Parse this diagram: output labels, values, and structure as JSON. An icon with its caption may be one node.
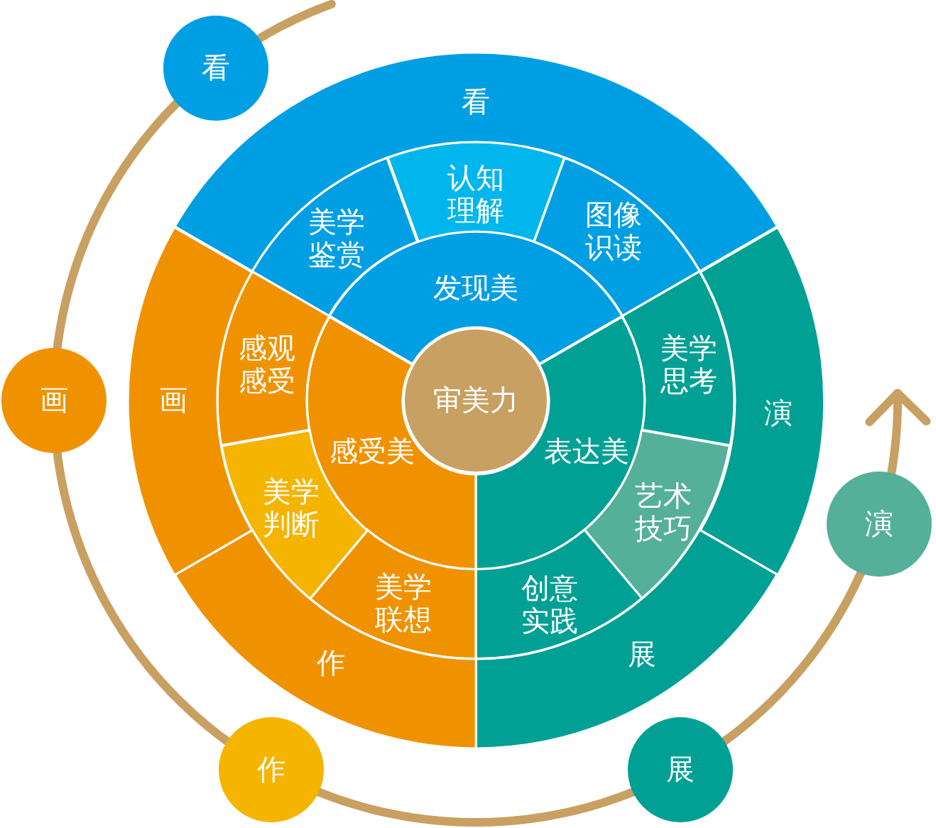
{
  "diagram": {
    "nodes": [
      {
        "text": [
          "审美力"
        ]
      },
      {
        "text": [
          "发现美"
        ]
      },
      {
        "text": [
          "表达美"
        ]
      },
      {
        "text": [
          "感受美"
        ]
      },
      {
        "text": [
          "美学鉴赏"
        ]
      },
      {
        "text": [
          "认知理解"
        ]
      },
      {
        "text": [
          "图像识读"
        ]
      },
      {
        "text": [
          "美学思考"
        ]
      },
      {
        "text": [
          "艺术技巧"
        ]
      },
      {
        "text": [
          "创意实践"
        ]
      },
      {
        "text": [
          "美学联想"
        ]
      },
      {
        "text": [
          "美学判断"
        ]
      },
      {
        "text": [
          "感观感受"
        ]
      },
      {
        "text": [
          "看"
        ]
      },
      {
        "text": [
          "演"
        ]
      },
      {
        "text": [
          "展"
        ]
      },
      {
        "text": [
          "作"
        ]
      },
      {
        "text": [
          "画"
        ]
      },
      {
        "text": [
          "看"
        ]
      },
      {
        "text": [
          "画"
        ]
      },
      {
        "text": [
          "作"
        ]
      },
      {
        "text": [
          "展"
        ]
      },
      {
        "text": [
          "演"
        ]
      }
    ],
    "edges": [
      {
        "from": null,
        "to": 18,
        "arrow": "none"
      },
      {
        "from": 18,
        "to": 19,
        "arrow": "none"
      },
      {
        "from": 19,
        "to": 20,
        "arrow": "none"
      },
      {
        "from": 20,
        "to": 21,
        "arrow": "none"
      },
      {
        "from": 21,
        "to": 22,
        "arrow": "none"
      },
      {
        "from": 22,
        "to": null,
        "arrow": "to"
      }
    ]
  }
}
